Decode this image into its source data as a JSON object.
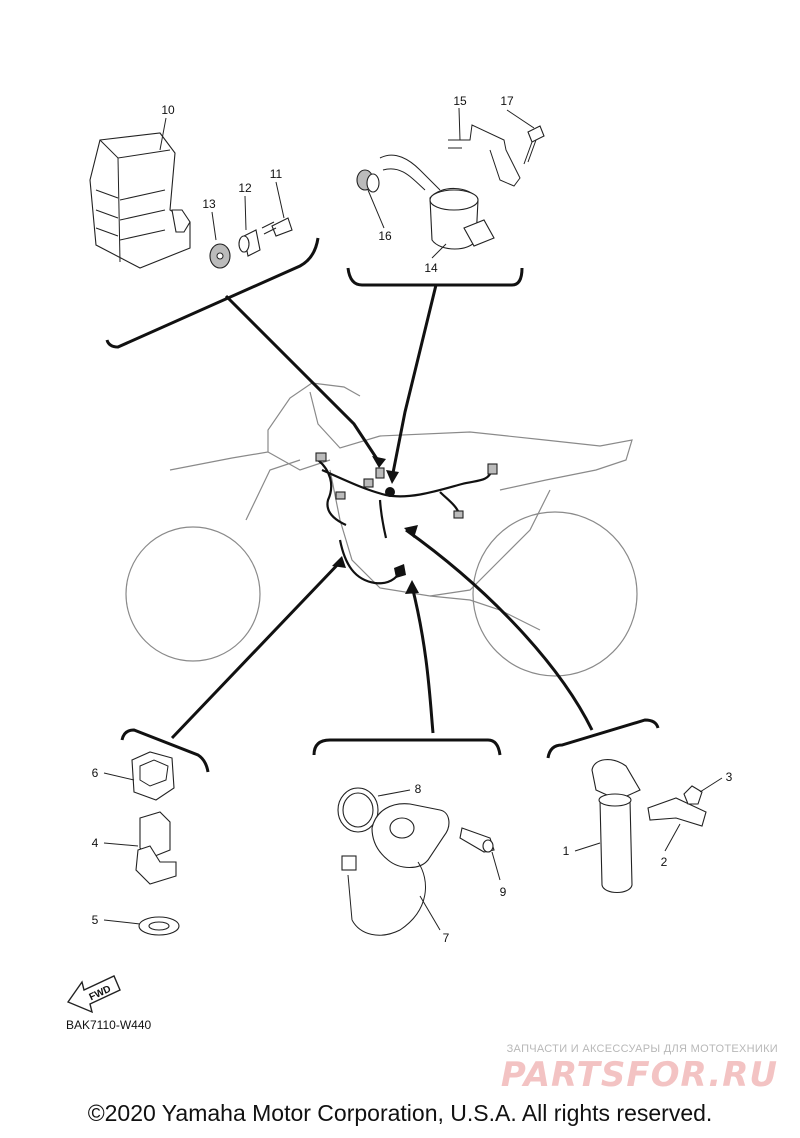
{
  "callouts": {
    "c1": "1",
    "c2": "2",
    "c3": "3",
    "c4": "4",
    "c5": "5",
    "c6": "6",
    "c7": "7",
    "c8": "8",
    "c9": "9",
    "c10": "10",
    "c11": "11",
    "c12": "12",
    "c13": "13",
    "c14": "14",
    "c15": "15",
    "c16": "16",
    "c17": "17"
  },
  "fwd_label": "FWD",
  "diagram_code": "BAK7110-W440",
  "watermark": {
    "tagline": "ЗАПЧАСТИ И АКСЕССУАРЫ ДЛЯ МОТОТЕХНИКИ",
    "logo": "PARTSFOR.RU"
  },
  "copyright": "©2020 Yamaha Motor Corporation, U.S.A. All rights reserved."
}
